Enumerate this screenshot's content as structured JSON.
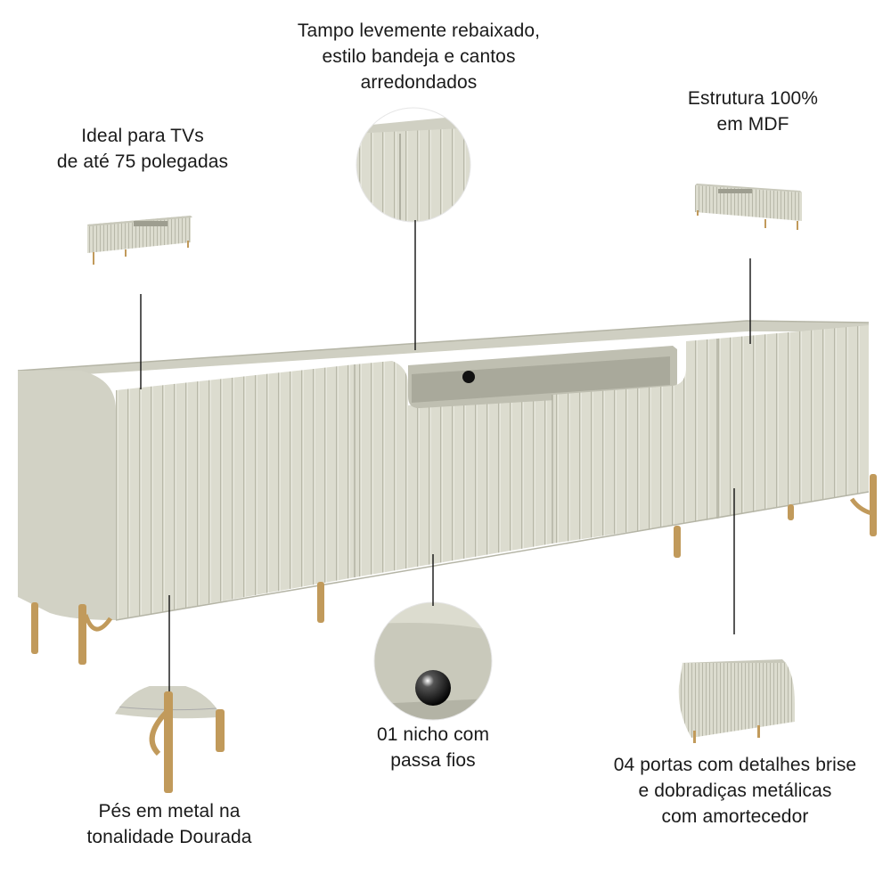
{
  "callouts": {
    "top_surface": {
      "lines": [
        "Tampo levemente rebaixado,",
        "estilo bandeja e cantos",
        "arredondados"
      ]
    },
    "tv_size": {
      "lines": [
        "Ideal para TVs",
        "de até 75 polegadas"
      ]
    },
    "structure": {
      "lines": [
        "Estrutura 100%",
        "em MDF"
      ]
    },
    "feet": {
      "lines": [
        "Pés em metal na",
        "tonalidade Dourada"
      ]
    },
    "niche": {
      "lines": [
        "01 nicho com",
        "passa fios"
      ]
    },
    "doors": {
      "lines": [
        "04 portas com detalhes brise",
        "e dobradiças metálicas",
        "com amortecedor"
      ]
    }
  },
  "colors": {
    "cabinet": "#dcdccf",
    "cabinet_shade": "#c9c9bb",
    "slat_line": "#b9b9aa",
    "gold": "#c19a5b",
    "leader_line": "#111111"
  }
}
